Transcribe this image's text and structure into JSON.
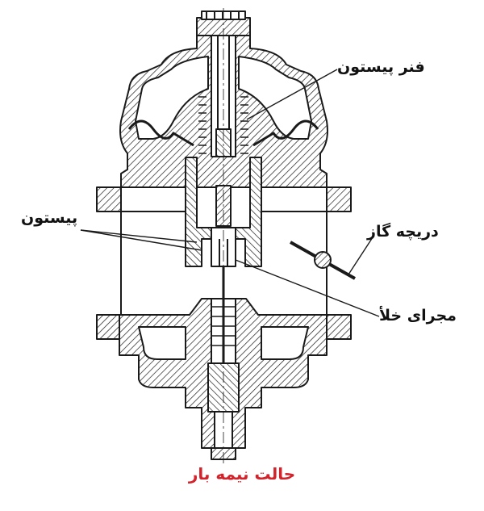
{
  "labels": {
    "piston_spring": "فنر پیستون",
    "piston": "پیستون",
    "throttle_valve": "دریچه گاز",
    "vacuum_passage": "مجرای خلأ"
  },
  "caption": {
    "text": "حالت نیمه بار",
    "color": "#d3222a"
  },
  "colors": {
    "line": "#1a1a1a",
    "background": "#ffffff"
  }
}
